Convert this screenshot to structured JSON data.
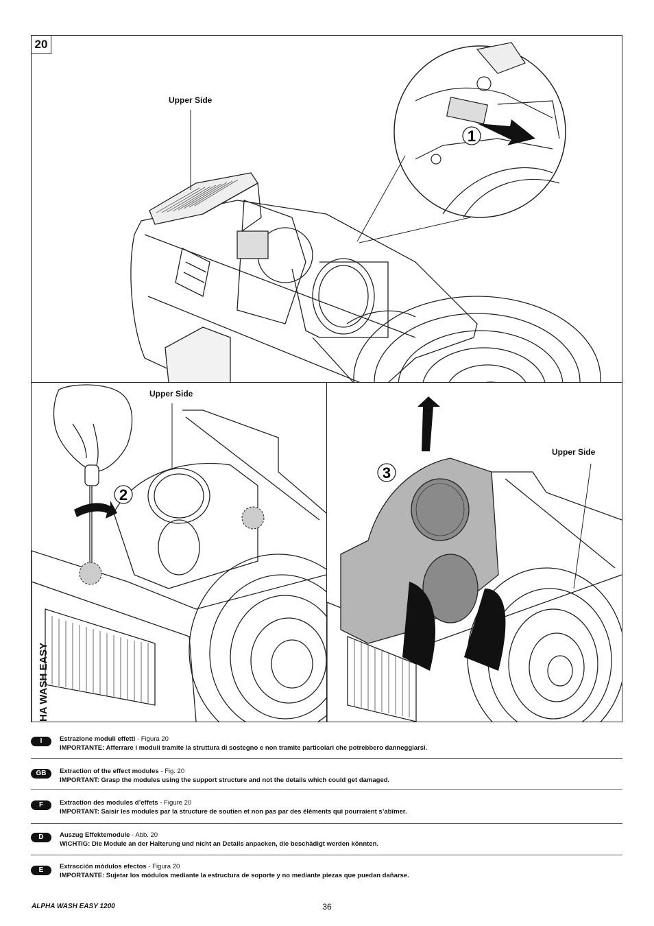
{
  "figure": {
    "number": "20",
    "panels": {
      "top": {
        "label": "Upper Side",
        "step": "1"
      },
      "left": {
        "label": "Upper Side",
        "step": "2"
      },
      "right": {
        "label": "Upper Side",
        "step": "3"
      }
    },
    "fixture_lettering": "HA WASH EASY"
  },
  "languages": [
    {
      "code": "I",
      "title": "Estrazione moduli effetti",
      "ref": " - Figura 20",
      "note": "IMPORTANTE: Afferrare i moduli tramite la struttura di sostegno e non tramite particolari che potrebbero danneggiarsi."
    },
    {
      "code": "GB",
      "title": "Extraction of the effect modules",
      "ref": " - Fig. 20",
      "note": "IMPORTANT: Grasp the modules using the support structure and not the details which could get damaged."
    },
    {
      "code": "F",
      "title": "Extraction des modules d’effets",
      "ref": " - Figure 20",
      "note": "IMPORTANT: Saisir les modules par la structure de soutien et non pas par des éléments qui pourraient s’abîmer."
    },
    {
      "code": "D",
      "title": "Auszug Effektemodule",
      "ref": " - Abb. 20",
      "note": "WICHTIG: Die Module an der Halterung und nicht an Details anpacken, die beschädigt werden könnten."
    },
    {
      "code": "E",
      "title": "Extracción módulos efectos",
      "ref": " - Figura 20",
      "note": "IMPORTANTE: Sujetar los módulos mediante la estructura de soporte y no mediante piezas que puedan dañarse."
    }
  ],
  "footer": {
    "model": "ALPHA WASH EASY 1200",
    "page": "36"
  }
}
